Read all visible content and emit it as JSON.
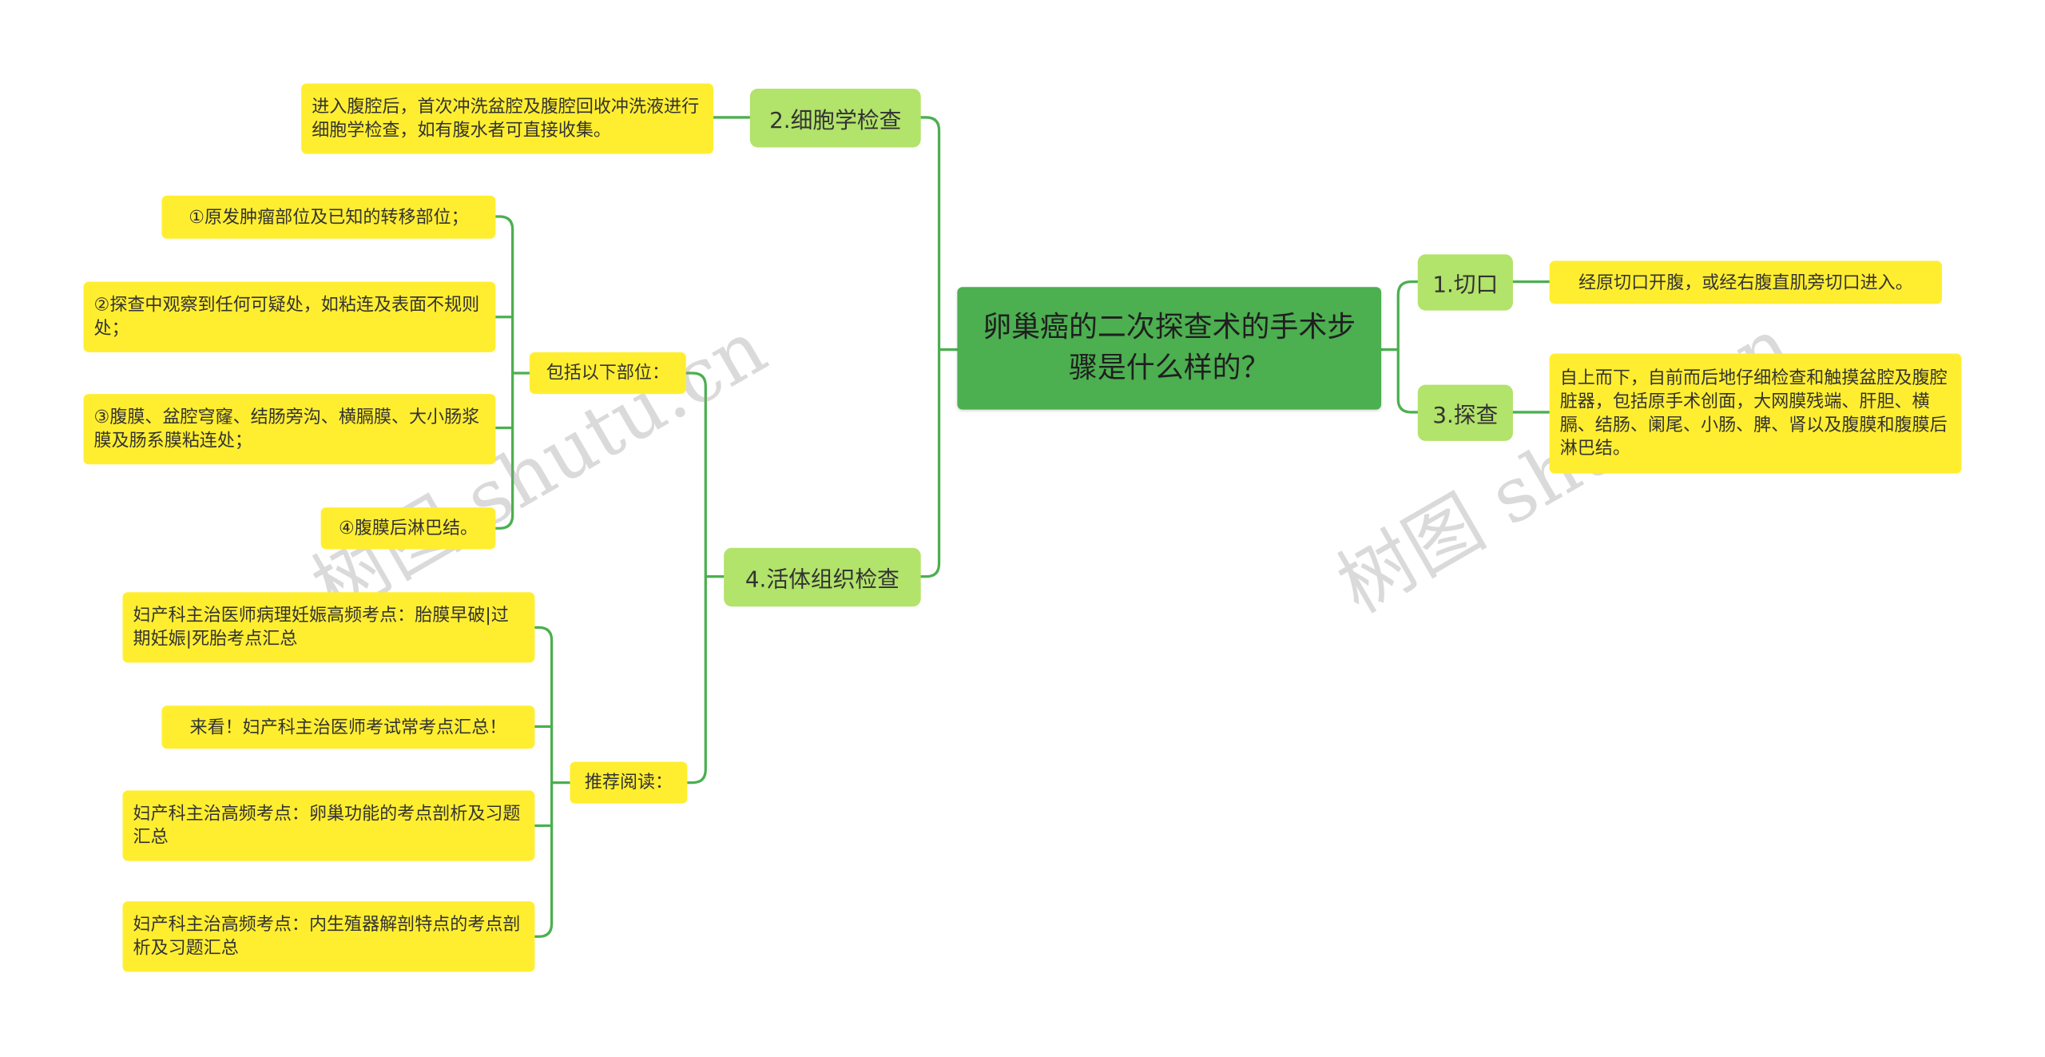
{
  "root": {
    "title": "卵巢癌的二次探查术的手术步骤是什么样的？"
  },
  "branches": {
    "b1": {
      "label": "1.切口",
      "detail": "经原切口开腹，或经右腹直肌旁切口进入。"
    },
    "b2": {
      "label": "2.细胞学检查",
      "detail": "进入腹腔后，首次冲洗盆腔及腹腔回收冲洗液进行细胞学检查，如有腹水者可直接收集。"
    },
    "b3": {
      "label": "3.探查",
      "detail": "自上而下，自前而后地仔细检查和触摸盆腔及腹腔脏器，包括原手术创面，大网膜残端、肝胆、横膈、结肠、阑尾、小肠、脾、肾以及腹膜和腹膜后淋巴结。"
    },
    "b4": {
      "label": "4.活体组织检查",
      "sub1": {
        "label": "包括以下部位：",
        "items": [
          "①原发肿瘤部位及已知的转移部位；",
          "②探查中观察到任何可疑处，如粘连及表面不规则处；",
          "③腹膜、盆腔穹窿、结肠旁沟、横膈膜、大小肠浆膜及肠系膜粘连处；",
          "④腹膜后淋巴结。"
        ]
      },
      "sub2": {
        "label": "推荐阅读：",
        "items": [
          "妇产科主治医师病理妊娠高频考点：胎膜早破|过期妊娠|死胎考点汇总",
          "来看！妇产科主治医师考试常考点汇总！",
          "妇产科主治高频考点：卵巢功能的考点剖析及习题汇总",
          "妇产科主治高频考点：内生殖器解剖特点的考点剖析及习题汇总"
        ]
      }
    }
  },
  "watermark": {
    "left": "树图 shutu.cn",
    "right": "树图 shutu.cn"
  },
  "colors": {
    "root": "#4caf50",
    "branch": "#b2e36a",
    "leaf": "#ffee30",
    "line": "#4caf50"
  }
}
